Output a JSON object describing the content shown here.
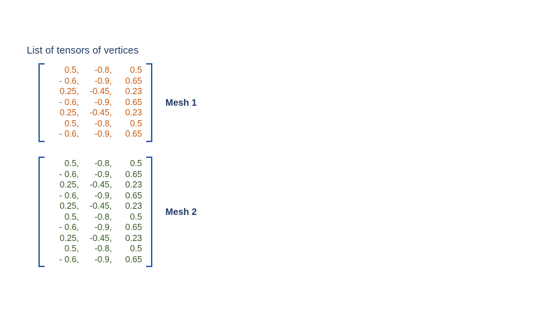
{
  "slide": {
    "title": "List of tensors of vertices",
    "background_color": "#ffffff",
    "title_color": "#1F3864",
    "bracket_color": "#2E5FA3",
    "label_color": "#1F3864"
  },
  "meshes": [
    {
      "label": "Mesh 1",
      "text_color": "#C55A11",
      "row_count": 7,
      "column_count": 3,
      "rows": [
        [
          "0.5,",
          "-0.8,",
          "0.5"
        ],
        [
          "- 0.6,",
          "-0.9,",
          "0.65"
        ],
        [
          "0.25,",
          "-0.45,",
          "0.23"
        ],
        [
          "- 0.6,",
          "-0.9,",
          "0.65"
        ],
        [
          "0.25,",
          "-0.45,",
          "0.23"
        ],
        [
          "0.5,",
          "-0.8,",
          "0.5"
        ],
        [
          "- 0.6,",
          "-0.9,",
          "0.65"
        ]
      ]
    },
    {
      "label": "Mesh 2",
      "text_color": "#375623",
      "row_count": 10,
      "column_count": 3,
      "rows": [
        [
          "0.5,",
          "-0.8,",
          "0.5"
        ],
        [
          "- 0.6,",
          "-0.9,",
          "0.65"
        ],
        [
          "0.25,",
          "-0.45,",
          "0.23"
        ],
        [
          "- 0.6,",
          "-0.9,",
          "0.65"
        ],
        [
          "0.25,",
          "-0.45,",
          "0.23"
        ],
        [
          "0.5,",
          "-0.8,",
          "0.5"
        ],
        [
          "- 0.6,",
          "-0.9,",
          "0.65"
        ],
        [
          "0.25,",
          "-0.45,",
          "0.23"
        ],
        [
          "0.5,",
          "-0.8,",
          "0.5"
        ],
        [
          "- 0.6,",
          "-0.9,",
          "0.65"
        ]
      ]
    }
  ]
}
